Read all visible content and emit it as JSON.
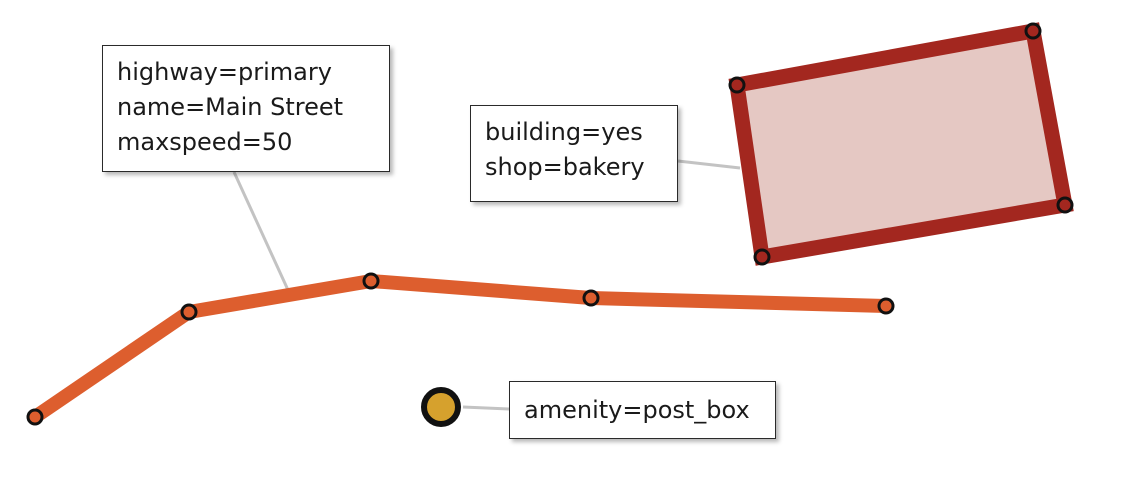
{
  "colors": {
    "road": "#dd5e2e",
    "building_outline": "#a3271f",
    "building_fill": "#e5c8c3",
    "postbox_fill": "#d6a12d",
    "node_fill": "#dd5e2e",
    "node_stroke": "#111111",
    "connector": "#c3c3c3"
  },
  "features": {
    "highway": {
      "icon": "road-line",
      "tags": [
        "highway=primary",
        "name=Main Street",
        "maxspeed=50"
      ]
    },
    "building": {
      "icon": "building-area",
      "tags": [
        "building=yes",
        "shop=bakery"
      ]
    },
    "postbox": {
      "icon": "postbox-node",
      "tags": [
        "amenity=post_box"
      ]
    }
  }
}
